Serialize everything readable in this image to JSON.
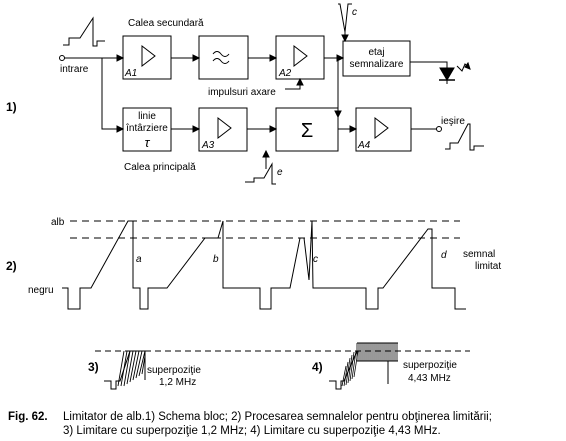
{
  "part1": {
    "number": "1)",
    "upper_path": "Calea secundară",
    "lower_path": "Calea principală",
    "input": "intrare",
    "output": "ieşire",
    "axis_pulses": "impulsuri axare",
    "delay_line_1": "linie",
    "delay_line_2": "întârziere",
    "tau": "τ",
    "signal_stage_1": "etaj",
    "signal_stage_2": "semnalizare",
    "a1": "A1",
    "a2": "A2",
    "a3": "A3",
    "a4": "A4",
    "sum": "Σ",
    "c": "c",
    "e": "e"
  },
  "part2": {
    "number": "2)",
    "white": "alb",
    "black": "negru",
    "a": "a",
    "b": "b",
    "c": "c",
    "d": "d",
    "limited_1": "semnal",
    "limited_2": "limitat"
  },
  "part3": {
    "number": "3)",
    "label_1": "superpoziţie",
    "label_2": "1,2 MHz"
  },
  "part4": {
    "number": "4)",
    "label_1": "superpoziţie",
    "label_2": "4,43 MHz"
  },
  "caption": {
    "fig": "Fig. 62.",
    "line1": "Limitator de alb.1) Schema bloc; 2) Procesarea semnalelor pentru obţinerea limitării;",
    "line2": "3) Limitare cu superpoziţie 1,2 MHz; 4) Limitare cu superpoziţie 4,43 MHz."
  },
  "colors": {
    "ink": "#000000",
    "background": "#ffffff"
  }
}
